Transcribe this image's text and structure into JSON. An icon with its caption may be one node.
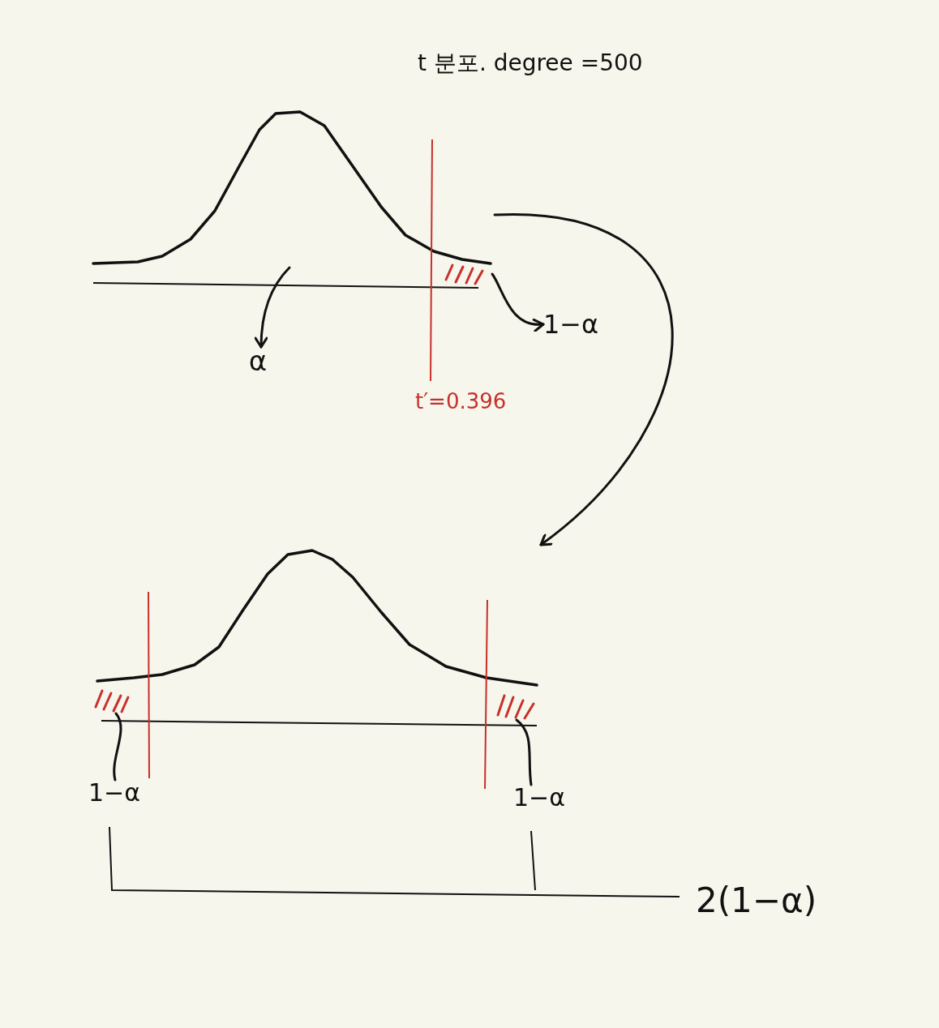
{
  "diagram": {
    "title": "t 분포. degree =500",
    "nodes": [
      {
        "text": [],
        "shape": "picture"
      },
      {
        "text": [],
        "shape": "area",
        "in": 0
      },
      {
        "text": [
          "α"
        ]
      },
      {
        "text": [
          "1−α"
        ]
      },
      {
        "text": [],
        "shape": "picture"
      },
      {
        "text": [],
        "shape": "area",
        "in": 4
      },
      {
        "text": [],
        "shape": "area",
        "in": 4
      },
      {
        "text": [
          "1−α"
        ]
      },
      {
        "text": [
          "1−α"
        ]
      }
    ],
    "edges": [
      {
        "from": null,
        "to": 2,
        "arrow": "to"
      },
      {
        "from": 1,
        "to": 3,
        "arrow": "to"
      },
      {
        "from": 0,
        "to": 4,
        "arrow": "to"
      },
      {
        "from": 5,
        "to": 7,
        "arrow": "none"
      },
      {
        "from": 6,
        "to": 8,
        "arrow": "none"
      }
    ],
    "labels": [
      "t′=0.396",
      "2(1−α)"
    ]
  }
}
